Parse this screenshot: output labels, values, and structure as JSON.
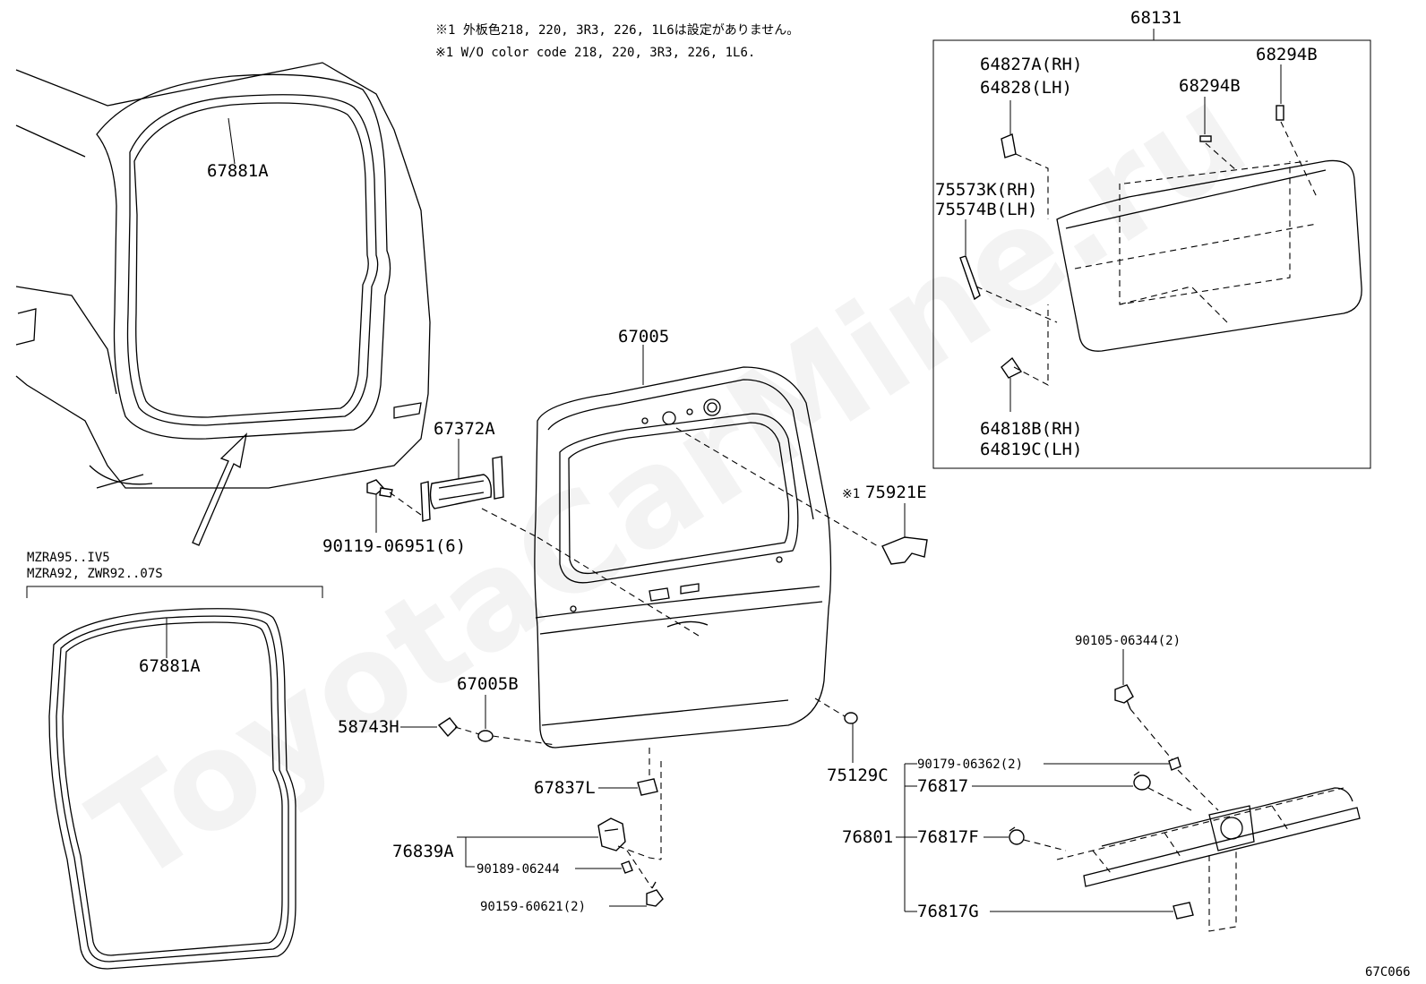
{
  "notes": {
    "jp": "※1 外板色218, 220, 3R3, 226, 1L6は設定がありません。",
    "en": "※1 W/O color code 218, 220, 3R3, 226, 1L6."
  },
  "labels": {
    "p68131": "68131",
    "p64827A": "64827A(RH)",
    "p64828": "64828(LH)",
    "p68294B_a": "68294B",
    "p68294B_b": "68294B",
    "p75573K": "75573K(RH)",
    "p75574B": "75574B(LH)",
    "p64818B": "64818B(RH)",
    "p64819C": "64819C(LH)",
    "p67881A_top": "67881A",
    "p67881A_bottom": "67881A",
    "p67005": "67005",
    "p67372A": "67372A",
    "p90119": "90119-06951(6)",
    "p75921E_mark": "※1",
    "p75921E": "75921E",
    "p67005B": "67005B",
    "p58743H": "58743H",
    "p67837L": "67837L",
    "p75129C": "75129C",
    "p76839A": "76839A",
    "p90189": "90189-06244",
    "p90159": "90159-60621(2)",
    "p90105": "90105-06344(2)",
    "p90179": "90179-06362(2)",
    "p76817": "76817",
    "p76801": "76801",
    "p76817F": "76817F",
    "p76817G": "76817G"
  },
  "variant": {
    "line1": "MZRA95..IV5",
    "line2": "MZRA92, ZWR92..07S"
  },
  "figure_code": "67C066",
  "watermark": "ToyotaCarMine.ru"
}
